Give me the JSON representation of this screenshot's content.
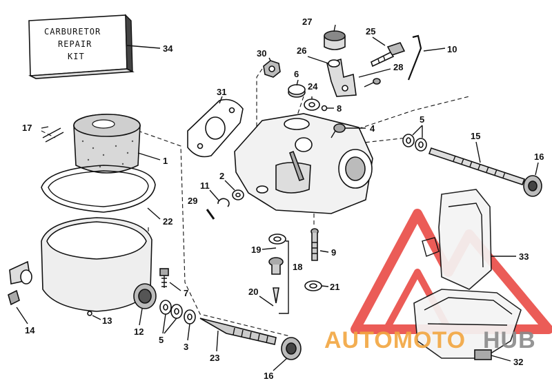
{
  "kit_box": {
    "line1": "CARBURETOR",
    "line2": "REPAIR",
    "line3": "KIT"
  },
  "callouts": [
    {
      "id": "34",
      "label": "34"
    },
    {
      "id": "27",
      "label": "27"
    },
    {
      "id": "25",
      "label": "25"
    },
    {
      "id": "10",
      "label": "10"
    },
    {
      "id": "26",
      "label": "26"
    },
    {
      "id": "28",
      "label": "28"
    },
    {
      "id": "30",
      "label": "30"
    },
    {
      "id": "6",
      "label": "6"
    },
    {
      "id": "24",
      "label": "24"
    },
    {
      "id": "8",
      "label": "8"
    },
    {
      "id": "31",
      "label": "31"
    },
    {
      "id": "4",
      "label": "4"
    },
    {
      "id": "5a",
      "label": "5"
    },
    {
      "id": "15",
      "label": "15"
    },
    {
      "id": "16a",
      "label": "16"
    },
    {
      "id": "17",
      "label": "17"
    },
    {
      "id": "1",
      "label": "1"
    },
    {
      "id": "2",
      "label": "2"
    },
    {
      "id": "11",
      "label": "11"
    },
    {
      "id": "22",
      "label": "22"
    },
    {
      "id": "29",
      "label": "29"
    },
    {
      "id": "19",
      "label": "19"
    },
    {
      "id": "9",
      "label": "9"
    },
    {
      "id": "18",
      "label": "18"
    },
    {
      "id": "33",
      "label": "33"
    },
    {
      "id": "7",
      "label": "7"
    },
    {
      "id": "20",
      "label": "20"
    },
    {
      "id": "21",
      "label": "21"
    },
    {
      "id": "14",
      "label": "14"
    },
    {
      "id": "13",
      "label": "13"
    },
    {
      "id": "12",
      "label": "12"
    },
    {
      "id": "5b",
      "label": "5"
    },
    {
      "id": "3",
      "label": "3"
    },
    {
      "id": "23",
      "label": "23"
    },
    {
      "id": "16b",
      "label": "16"
    },
    {
      "id": "32",
      "label": "32"
    }
  ],
  "watermark": {
    "text_a": "AUTOMOTO",
    "text_b": "HUB",
    "color_a": "#f2a640",
    "color_b": "#8a8a8a",
    "logo_color": "#e8403a"
  }
}
